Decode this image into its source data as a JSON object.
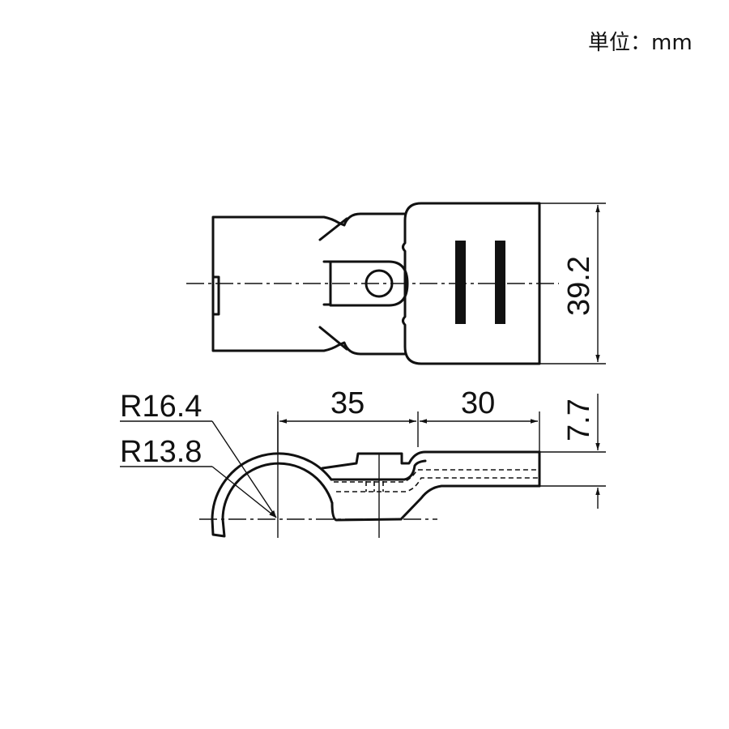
{
  "units": {
    "label": "単位：mm"
  },
  "dimensions": {
    "height": "39.2",
    "length_left": "35",
    "length_right": "30",
    "thickness": "7.7",
    "outer_radius": "R16.4",
    "inner_radius": "R13.8"
  }
}
